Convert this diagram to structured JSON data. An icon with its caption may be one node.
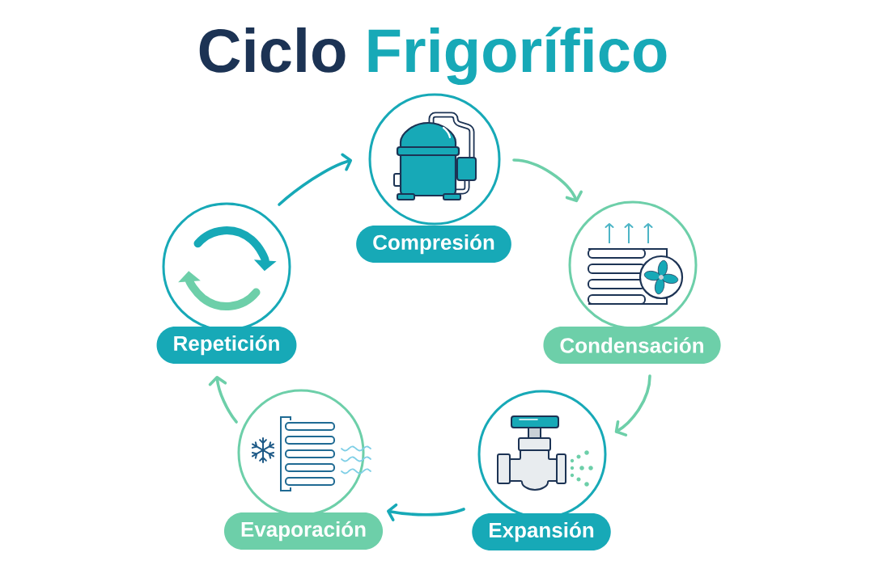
{
  "diagram": {
    "title": "Ciclo Frigorífico",
    "nodes": [
      {
        "text": [
          "Compresión"
        ]
      },
      {
        "text": [
          "Condensación"
        ]
      },
      {
        "text": [
          "Expansión"
        ]
      },
      {
        "text": [
          "Evaporación"
        ]
      },
      {
        "text": [
          "Repetición"
        ]
      }
    ],
    "edges": [
      {
        "from": 0,
        "to": 1,
        "arrow": "to"
      },
      {
        "from": 1,
        "to": 2,
        "arrow": "to"
      },
      {
        "from": 2,
        "to": 3,
        "arrow": "to",
        "color": "#17a9b7"
      },
      {
        "from": 3,
        "to": 4,
        "arrow": "to"
      },
      {
        "from": 4,
        "to": 0,
        "arrow": "to",
        "color": "#17a9b7"
      }
    ]
  }
}
